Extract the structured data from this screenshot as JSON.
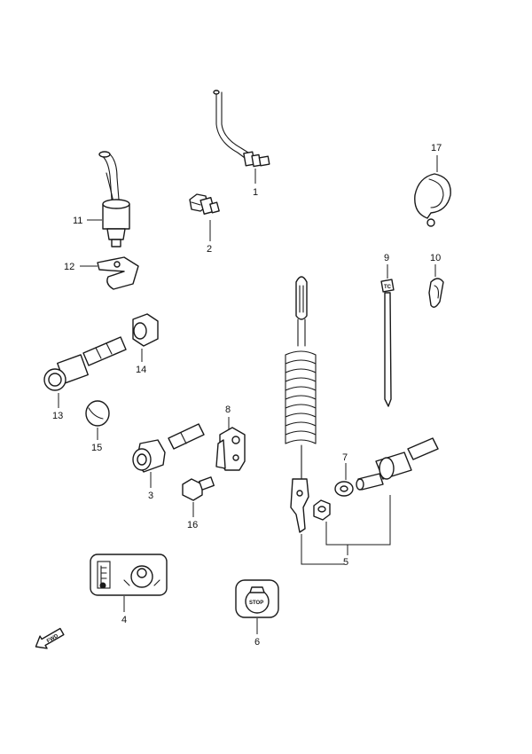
{
  "callouts": [
    {
      "id": "1",
      "label": "1"
    },
    {
      "id": "2",
      "label": "2"
    },
    {
      "id": "3",
      "label": "3"
    },
    {
      "id": "4",
      "label": "4"
    },
    {
      "id": "5",
      "label": "5"
    },
    {
      "id": "6",
      "label": "6"
    },
    {
      "id": "7",
      "label": "7"
    },
    {
      "id": "8",
      "label": "8"
    },
    {
      "id": "9",
      "label": "9"
    },
    {
      "id": "10",
      "label": "10"
    },
    {
      "id": "11",
      "label": "11"
    },
    {
      "id": "12",
      "label": "12"
    },
    {
      "id": "13",
      "label": "13"
    },
    {
      "id": "14",
      "label": "14"
    },
    {
      "id": "15",
      "label": "15"
    },
    {
      "id": "16",
      "label": "16"
    },
    {
      "id": "17",
      "label": "17"
    }
  ],
  "stop_switch": {
    "label": "STOP"
  },
  "direction_arrow": {
    "label": "FWD"
  },
  "cable_tie": {
    "label": "TC"
  },
  "colors": {
    "line": "#1a1a1a",
    "background": "#ffffff",
    "fill": "#d9d9d9"
  }
}
